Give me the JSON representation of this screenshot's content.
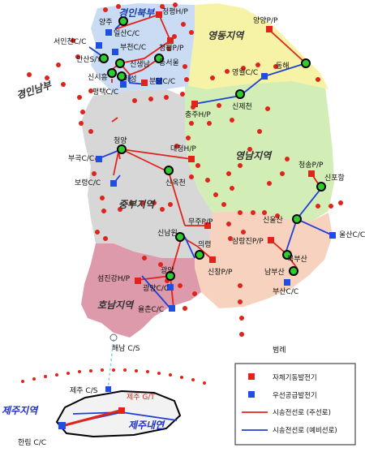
{
  "colors": {
    "capital_region": "#c9dcf3",
    "yeongdong_region": "#f7f3a6",
    "yeongnam_north": "#d2eeb6",
    "yeongnam_south": "#f6d2bf",
    "chungbu_region": "#d7d7d7",
    "honam_region": "#dd9aab",
    "jeju_island": "#f2f2f2",
    "main_line": "#e0241b",
    "backup_line": "#1f3fd6",
    "generation_site": "#e0241b",
    "supply_site": "#1f4ee0",
    "substation_fill": "#2ecc2e",
    "boundary_dots": "#e0241b",
    "seabed_cable": "#7fd0e6",
    "jeju_label": "#2030c8"
  },
  "regions": [
    {
      "key": "capital",
      "name": "경인북부"
    },
    {
      "key": "capital_south",
      "name": "경인남부"
    },
    {
      "key": "yeongdong",
      "name": "영동지역"
    },
    {
      "key": "yeongnam",
      "name": "영남지역"
    },
    {
      "key": "chungbu",
      "name": "중부지역"
    },
    {
      "key": "honam",
      "name": "호남지역"
    },
    {
      "key": "jeju",
      "name": "제주지역"
    },
    {
      "key": "jeju_inner",
      "name": "제주내연"
    }
  ],
  "generation_sites": [
    "청평H/P",
    "청평P/P",
    "양양P/P",
    "충주H/P",
    "대청H/P",
    "청송P/P",
    "무주P/P",
    "삼랑진P/P",
    "섬진강H/P",
    "제주 G/T"
  ],
  "supply_sites": [
    "일산C/C",
    "서인천C/C",
    "부천C/C",
    "분당C/C",
    "평택C/C",
    "영월C/C",
    "부곡C/C",
    "보령C/C",
    "울산C/C",
    "부산C/C",
    "광양C/C",
    "율촌C/C",
    "제주 C/S",
    "한림 C/C"
  ],
  "substations": [
    "양주",
    "안산S/Y",
    "신생남",
    "동서울",
    "신시흥",
    "화성",
    "동해",
    "신제천",
    "청양",
    "신옥천",
    "신포항",
    "신울산",
    "신남원",
    "의령",
    "신창P/P",
    "북부산",
    "남부산",
    "광양",
    "해남 C/S"
  ],
  "legend": {
    "title": "범례",
    "items": [
      {
        "kind": "generation",
        "label": "자체기동발전기"
      },
      {
        "kind": "supply",
        "label": "우선공급발전기"
      },
      {
        "kind": "main",
        "label": "시송전선로 (주선로)"
      },
      {
        "kind": "backup",
        "label": "시송전선로 (예비선로)"
      }
    ]
  }
}
